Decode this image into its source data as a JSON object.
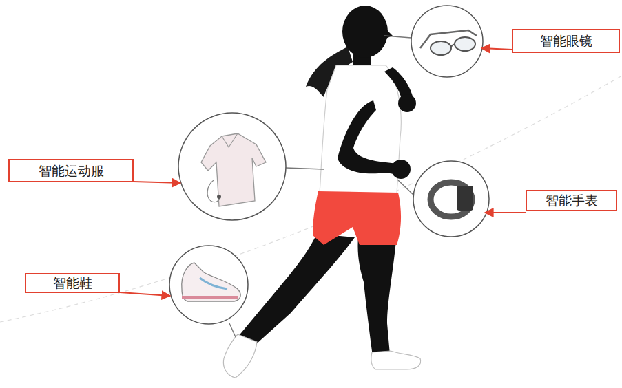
{
  "diagram": {
    "nodes": [
      {
        "text": [
          "智能眼镜"
        ]
      },
      {
        "text": [
          "智能运动服"
        ]
      },
      {
        "text": [
          "智能手表"
        ]
      },
      {
        "text": [
          "智能鞋"
        ]
      }
    ]
  }
}
